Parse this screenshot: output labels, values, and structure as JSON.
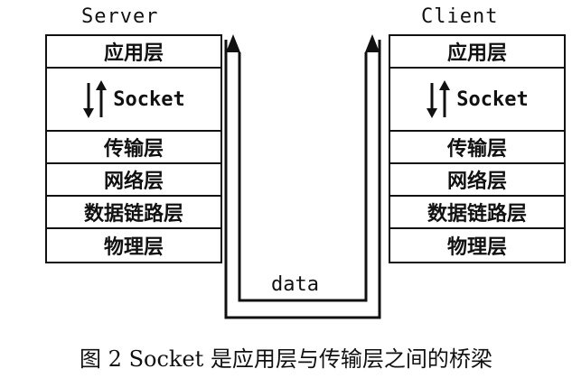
{
  "server": {
    "title": "Server",
    "layers": {
      "application": "应用层",
      "socket": "Socket",
      "transport": "传输层",
      "network": "网络层",
      "datalink": "数据链路层",
      "physical": "物理层"
    }
  },
  "client": {
    "title": "Client",
    "layers": {
      "application": "应用层",
      "socket": "Socket",
      "transport": "传输层",
      "network": "网络层",
      "datalink": "数据链路层",
      "physical": "物理层"
    }
  },
  "channel": {
    "label": "data"
  },
  "caption": "图 2  Socket 是应用层与传输层之间的桥梁"
}
